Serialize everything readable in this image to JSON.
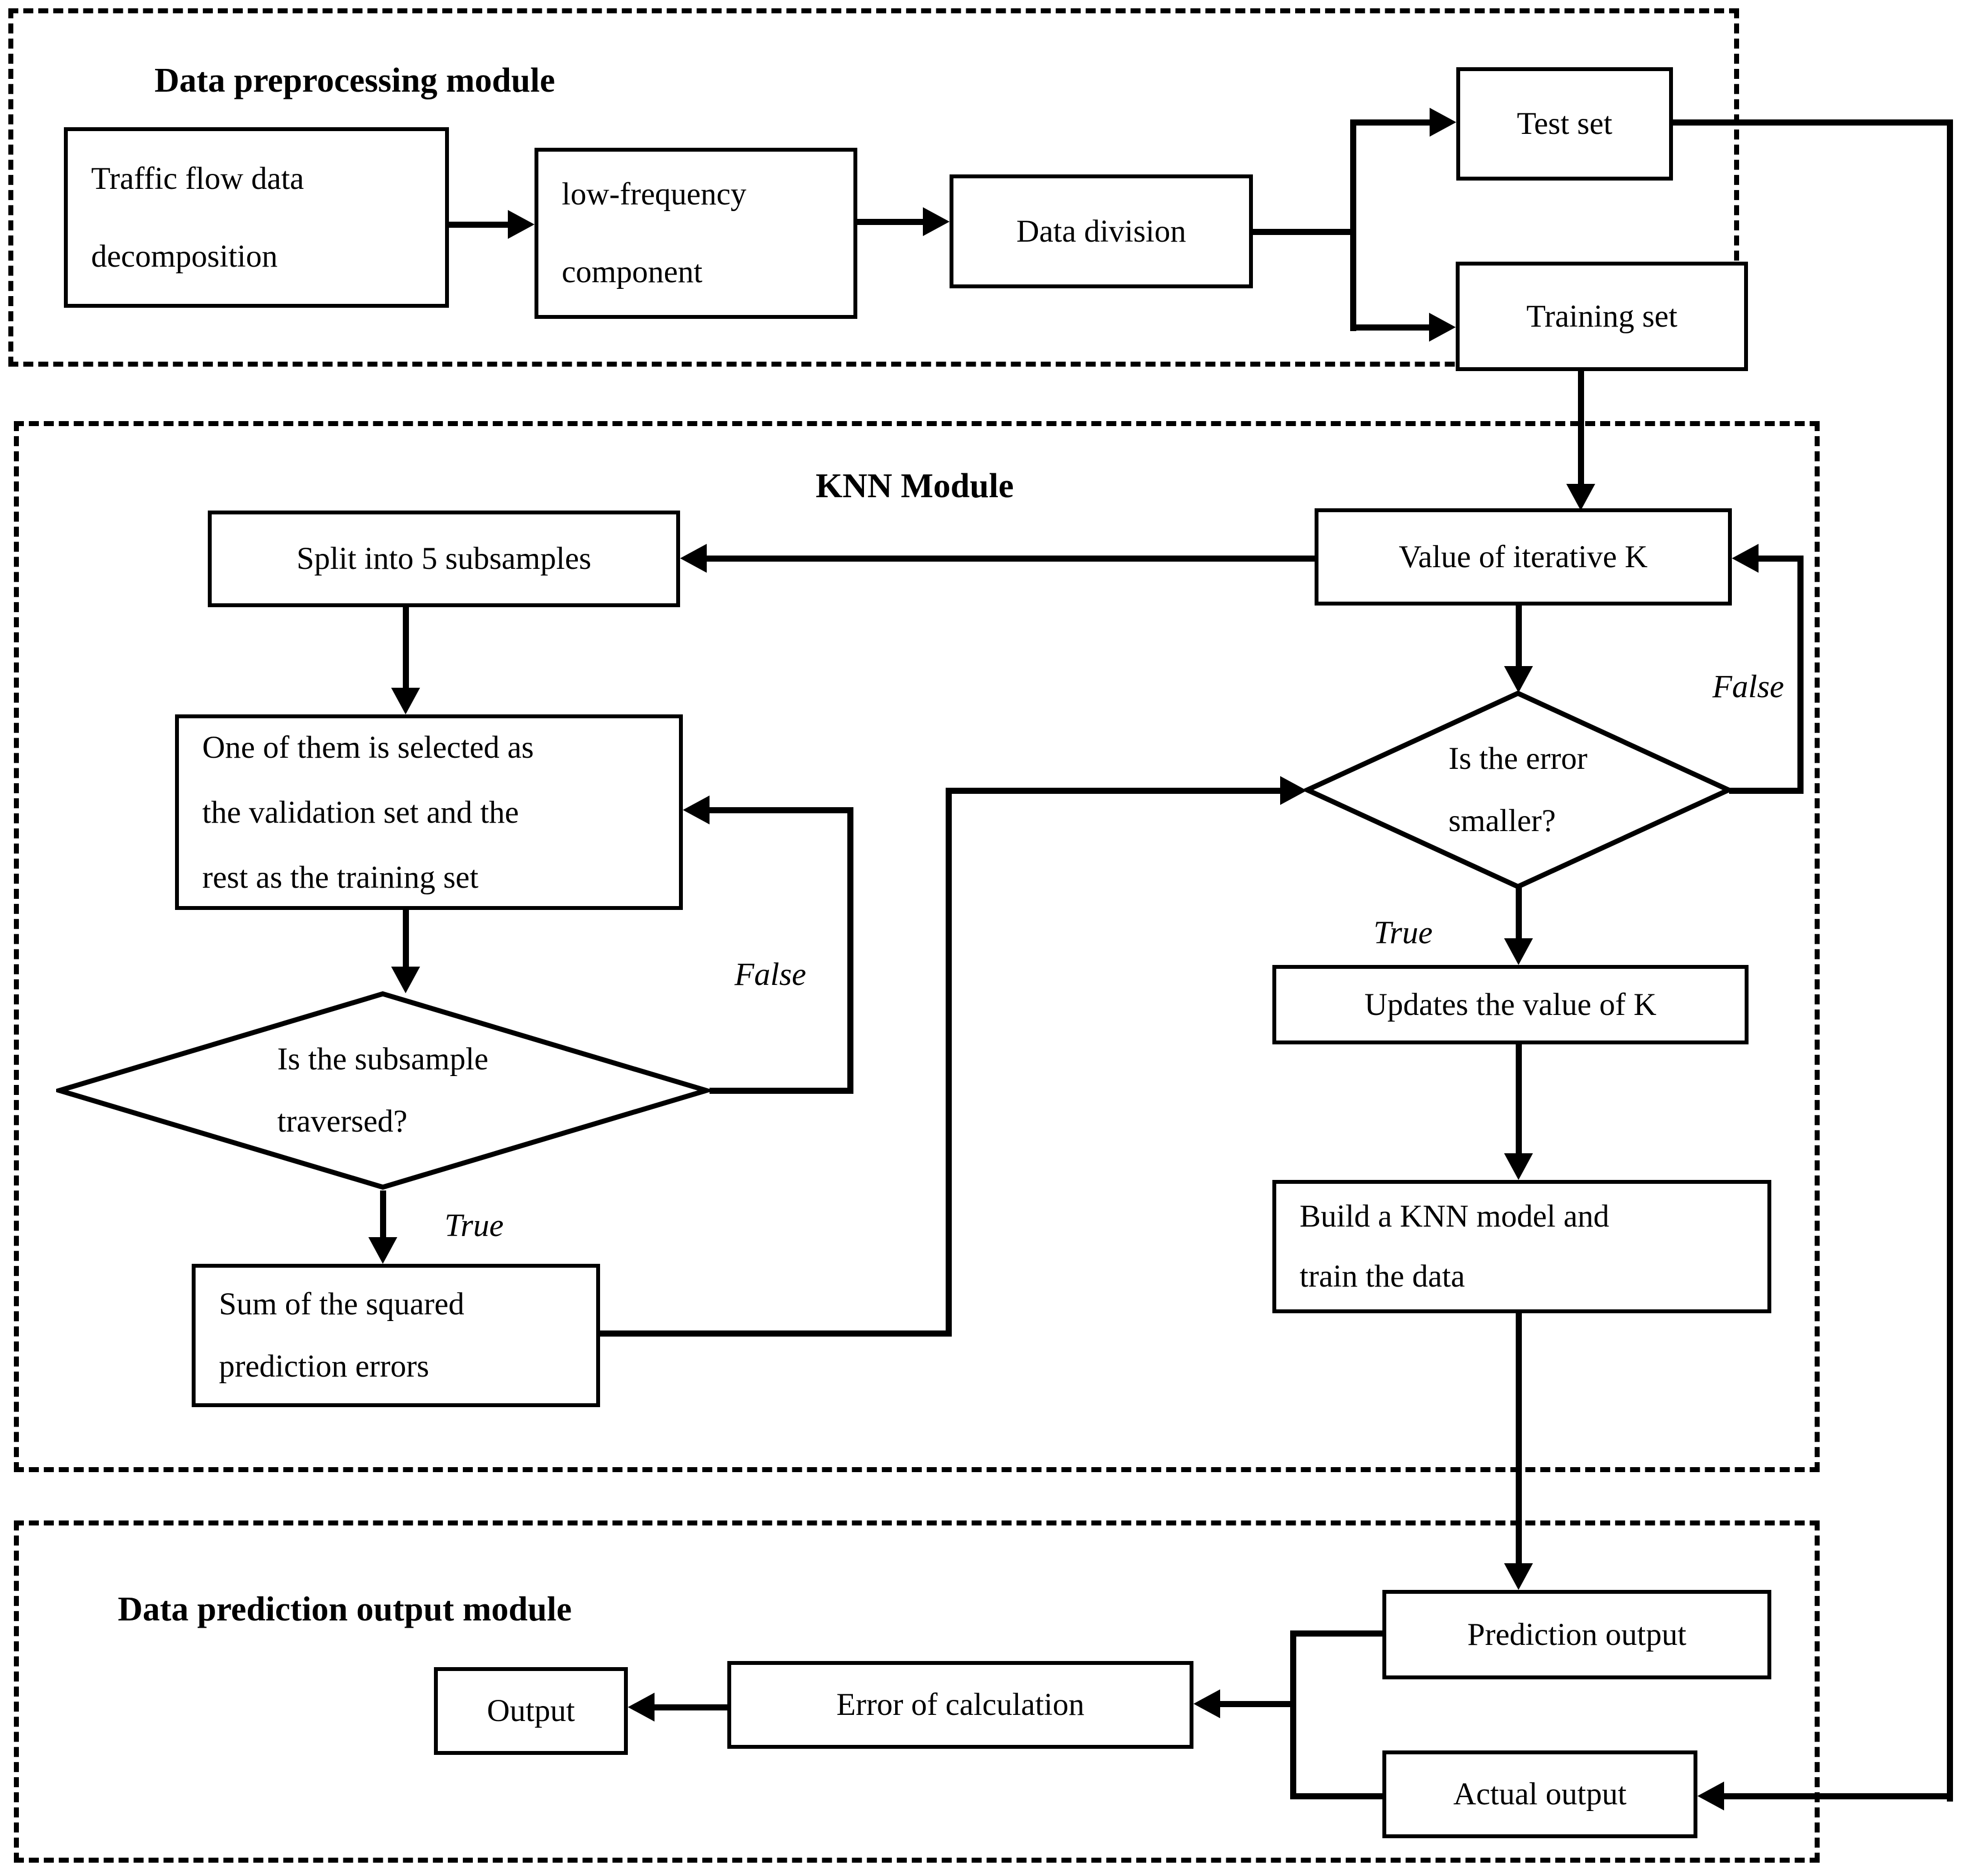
{
  "modules": {
    "preprocessing": {
      "title": "Data preprocessing module"
    },
    "knn": {
      "title": "KNN Module"
    },
    "output": {
      "title": "Data prediction output module"
    }
  },
  "nodes": {
    "traffic": {
      "lines": [
        "Traffic flow data",
        "decomposition"
      ]
    },
    "lowfreq": {
      "lines": [
        "low-frequency",
        "component"
      ]
    },
    "datadiv": {
      "lines": [
        "Data division"
      ]
    },
    "testset": {
      "lines": [
        "Test set"
      ]
    },
    "trainingset": {
      "lines": [
        "Training set"
      ]
    },
    "valuek": {
      "lines": [
        "Value of iterative K"
      ]
    },
    "split5": {
      "lines": [
        "Split into 5 subsamples"
      ]
    },
    "oneofthem": {
      "lines": [
        "One of them is selected as",
        "the validation set and the",
        "rest as the training set"
      ]
    },
    "subsample_q": {
      "lines": [
        "Is the subsample",
        "traversed?"
      ]
    },
    "sumsq": {
      "lines": [
        "Sum of the squared",
        "prediction errors"
      ]
    },
    "error_q": {
      "lines": [
        "Is the error",
        "smaller?"
      ]
    },
    "updatek": {
      "lines": [
        "Updates the value of K"
      ]
    },
    "build": {
      "lines": [
        "Build a KNN model and",
        "train the data"
      ]
    },
    "prediction": {
      "lines": [
        "Prediction output"
      ]
    },
    "actual": {
      "lines": [
        "Actual output"
      ]
    },
    "errcalc": {
      "lines": [
        "Error of calculation"
      ]
    },
    "out": {
      "lines": [
        "Output"
      ]
    }
  },
  "edge_labels": {
    "false_left": "False",
    "true_left": "True",
    "false_right": "False",
    "true_right": "True"
  },
  "colors": {
    "ink": "#000000",
    "background": "#ffffff"
  }
}
